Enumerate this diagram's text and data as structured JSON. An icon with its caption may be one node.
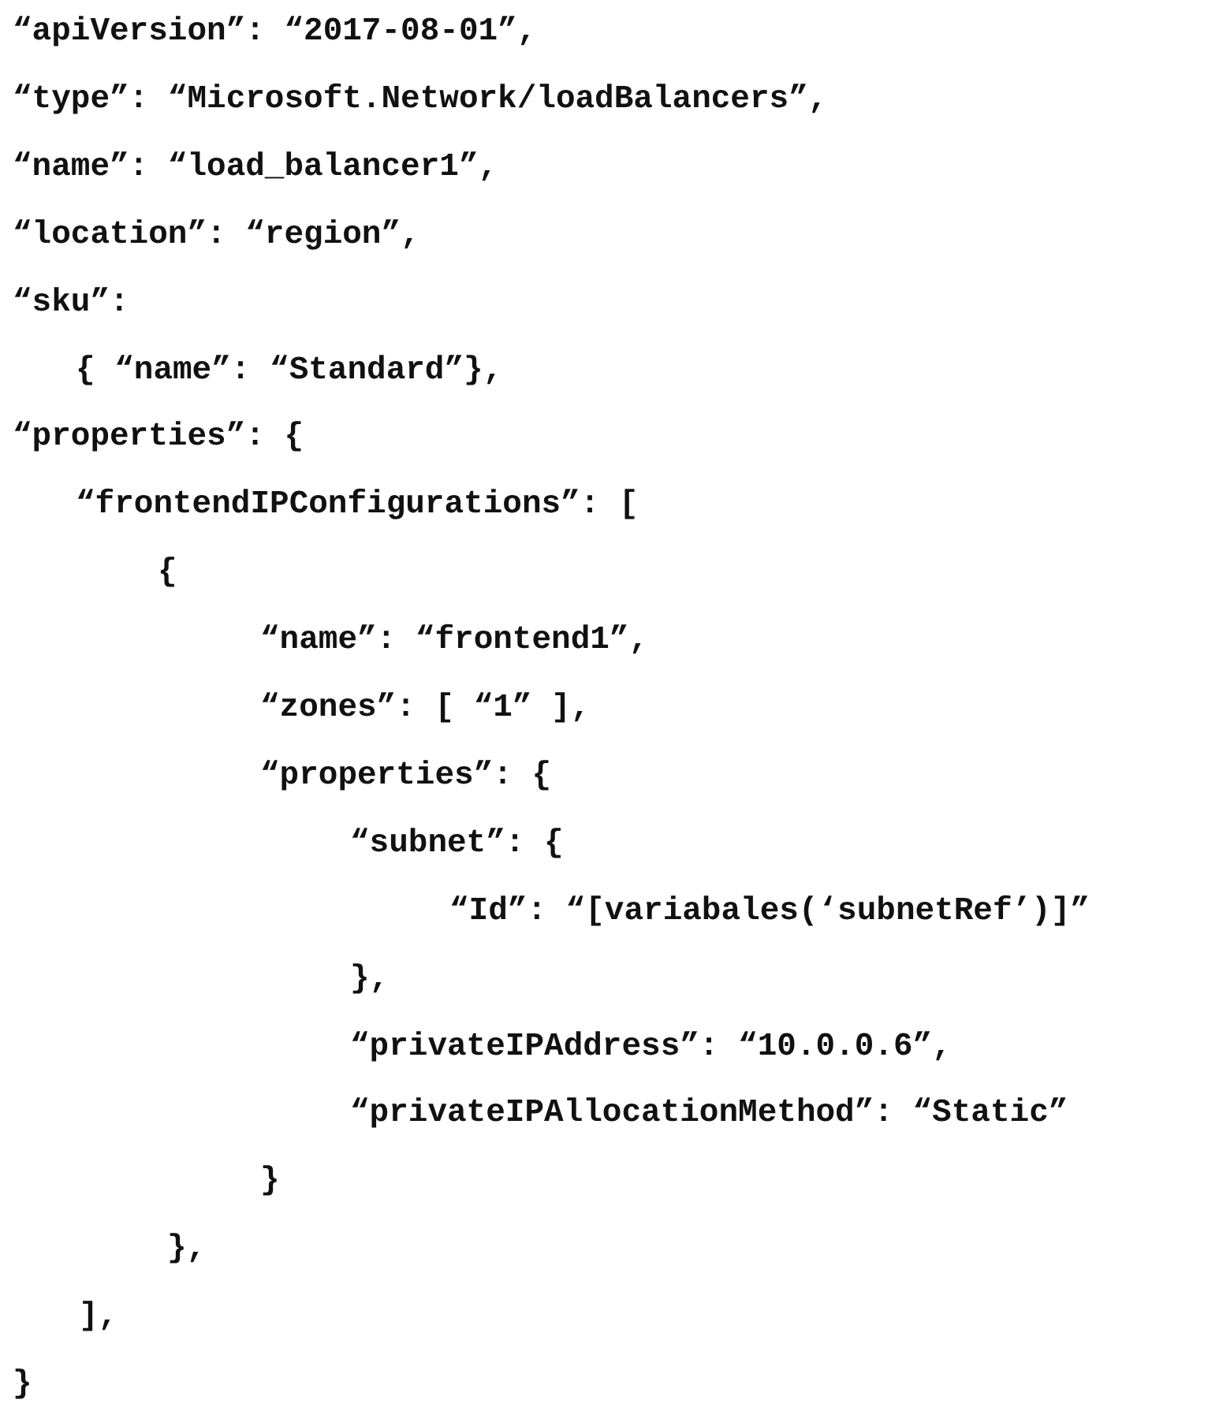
{
  "diagram": {
    "labels": [
      "“apiVersion”: “2017-08-01”,",
      "“type”: “Microsoft.Network/loadBalancers”,",
      "“name”: “load_balancer1”,",
      "“location”: “region”,",
      "“sku”:",
      "{ “name”: “Standard”},",
      "“properties”: {",
      "“frontendIPConfigurations”: [",
      "{",
      "“name”: “frontend1”,",
      "“zones”: [ “1” ],",
      "“properties”: {",
      "“subnet”: {",
      "“Id”: “[variabales(‘subnetRef’)]”",
      "},",
      "“privateIPAddress”: “10.0.0.6”,",
      "“privateIPAllocationMethod”: “Static”",
      "}",
      "},",
      "],",
      "}"
    ]
  }
}
